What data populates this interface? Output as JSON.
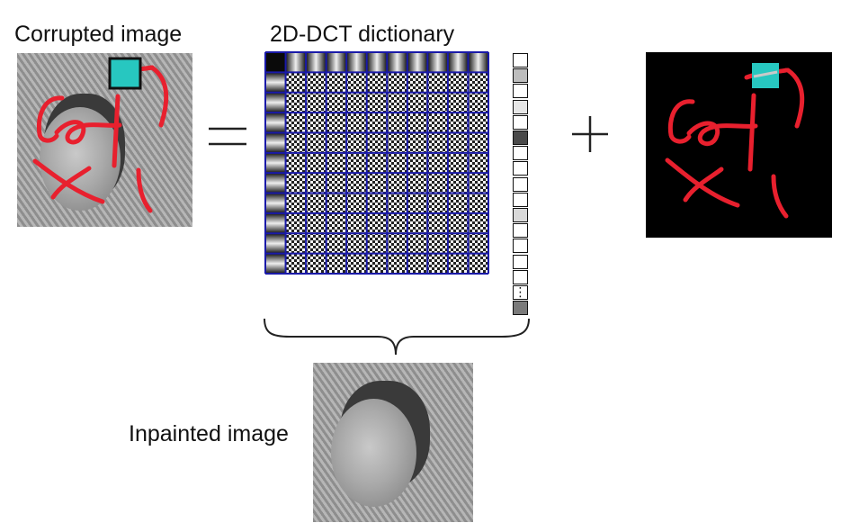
{
  "labels": {
    "corrupted": "Corrupted image",
    "dictionary": "2D-DCT dictionary",
    "inpainted": "Inpainted image"
  },
  "symbols": {
    "equals": "=",
    "plus": "+"
  },
  "coefficient_vector": {
    "shades": [
      "#ffffff",
      "#bdbdbd",
      "#ffffff",
      "#e6e6e6",
      "#ffffff",
      "#4a4a4a",
      "#ffffff",
      "#ffffff",
      "#ffffff",
      "#ffffff",
      "#d9d9d9",
      "#ffffff",
      "#ffffff",
      "#ffffff",
      "#ffffff",
      "#ffffff",
      "#7a7a7a"
    ],
    "ellipsis": "⋮"
  },
  "colors": {
    "dictionary_grid": "#1a1aa8",
    "mark_stroke": "#e8202e",
    "patch": "#27c7c0",
    "error_background": "#000000"
  },
  "dictionary": {
    "rows": 11,
    "cols": 11
  }
}
